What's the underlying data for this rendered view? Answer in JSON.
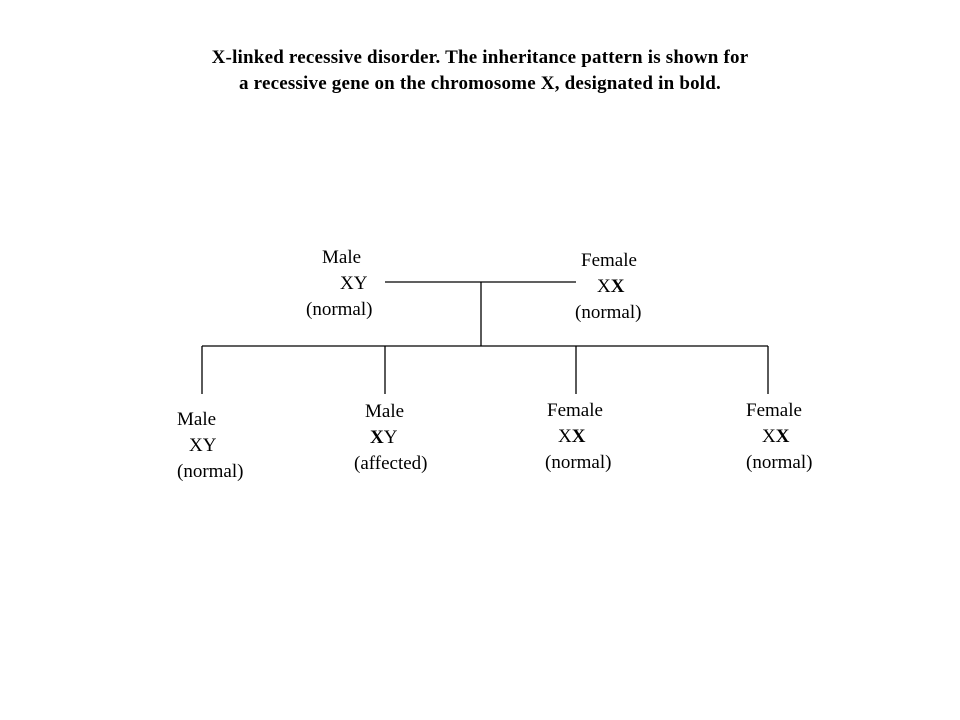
{
  "title": {
    "line1": "X-linked recessive disorder. The inheritance pattern is shown for",
    "line2": "a recessive gene on the chromosome X, designated in bold."
  },
  "parents": {
    "father": {
      "sex": "Male",
      "genotype_plain": "XY",
      "genotype_bold": "",
      "status": "(normal)"
    },
    "mother": {
      "sex": "Female",
      "genotype_plain": "X",
      "genotype_bold": "X",
      "status": "(normal)"
    }
  },
  "children": [
    {
      "sex": "Male",
      "genotype_plain": "XY",
      "genotype_bold": "",
      "genotype_trailing": "",
      "status": "(normal)"
    },
    {
      "sex": "Male",
      "genotype_plain": "",
      "genotype_bold": "X",
      "genotype_trailing": "Y",
      "status": "(affected)"
    },
    {
      "sex": "Female",
      "genotype_plain": "X",
      "genotype_bold": "X",
      "genotype_trailing": "",
      "status": "(normal)"
    },
    {
      "sex": "Female",
      "genotype_plain": "X",
      "genotype_bold": "X",
      "genotype_trailing": "",
      "status": "(normal)"
    }
  ]
}
